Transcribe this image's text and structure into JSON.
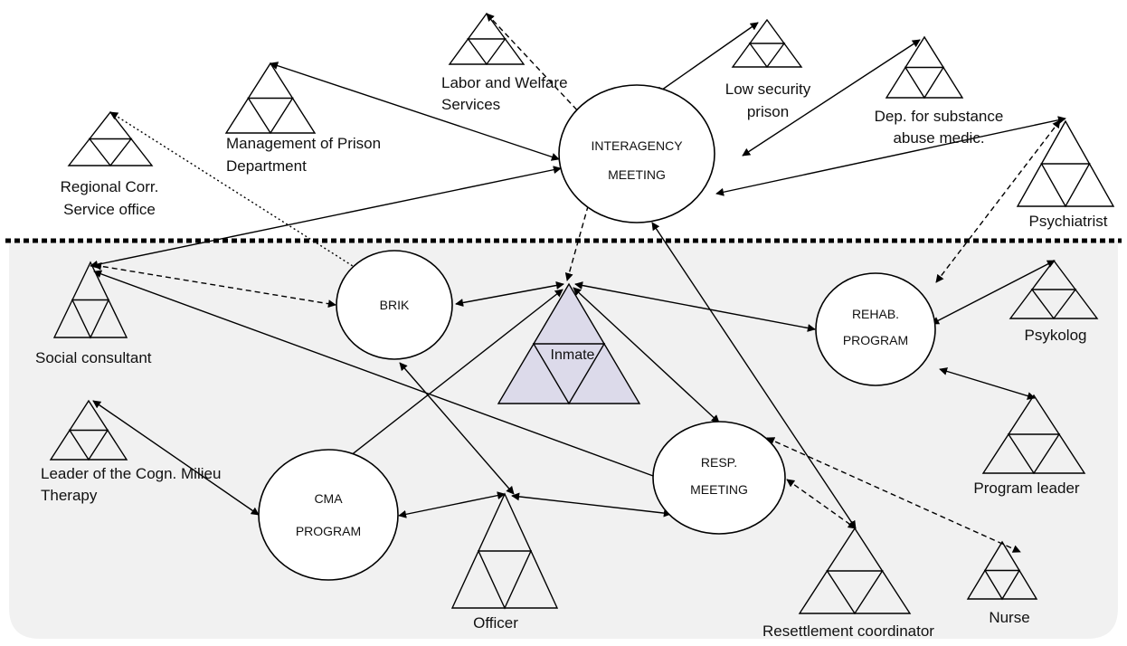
{
  "nodes": {
    "interagency": {
      "line1": "INTERAGENCY",
      "line2": "MEETING"
    },
    "brik": {
      "label": "BRIK"
    },
    "rehab": {
      "line1": "REHAB.",
      "line2": "PROGRAM"
    },
    "cma": {
      "line1": "CMA",
      "line2": "PROGRAM"
    },
    "resp": {
      "line1": "RESP.",
      "line2": "MEETING"
    },
    "inmate": {
      "label": "Inmate"
    }
  },
  "actors": {
    "labor": {
      "line1": "Labor and Welfare",
      "line2": "Services"
    },
    "low_security": {
      "line1": "Low security",
      "line2": "prison"
    },
    "management": {
      "line1": "Management of Prison",
      "line2": "Department"
    },
    "substance": {
      "line1": "Dep. for substance",
      "line2": "abuse medic."
    },
    "regional": {
      "line1": "Regional Corr.",
      "line2": "Service office"
    },
    "psychiatrist": {
      "label": "Psychiatrist"
    },
    "social": {
      "label": "Social consultant"
    },
    "psykolog": {
      "label": "Psykolog"
    },
    "leader_cmt": {
      "line1": "Leader of the Cogn. Milieu",
      "line2": "Therapy"
    },
    "program_leader": {
      "label": "Program leader"
    },
    "officer": {
      "label": "Officer"
    },
    "resettlement": {
      "label": "Resettlement coordinator"
    },
    "nurse": {
      "label": "Nurse"
    }
  },
  "colors": {
    "inmate_fill": "#dcdaea",
    "lower_zone_fill": "#f1f1f1",
    "line": "#000000"
  }
}
